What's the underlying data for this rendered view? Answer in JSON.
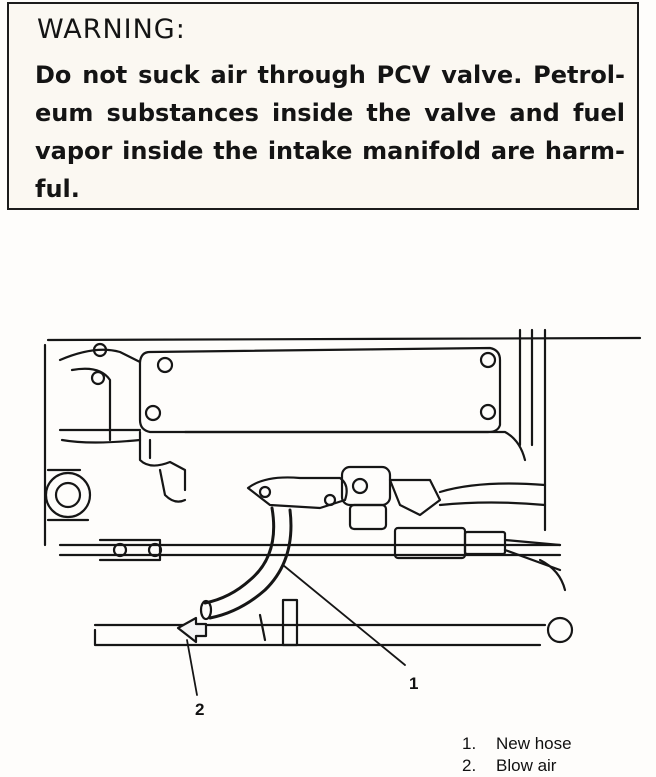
{
  "warning": {
    "title": "WARNING:",
    "lines": [
      "Do not suck air through PCV valve. Petrol-",
      "eum substances inside the valve and fuel",
      "vapor inside the intake manifold are harm-",
      "ful."
    ]
  },
  "figure": {
    "callouts": [
      "1",
      "2"
    ],
    "legend": [
      {
        "num": "1.",
        "label": "New hose"
      },
      {
        "num": "2.",
        "label": "Blow air"
      }
    ]
  }
}
